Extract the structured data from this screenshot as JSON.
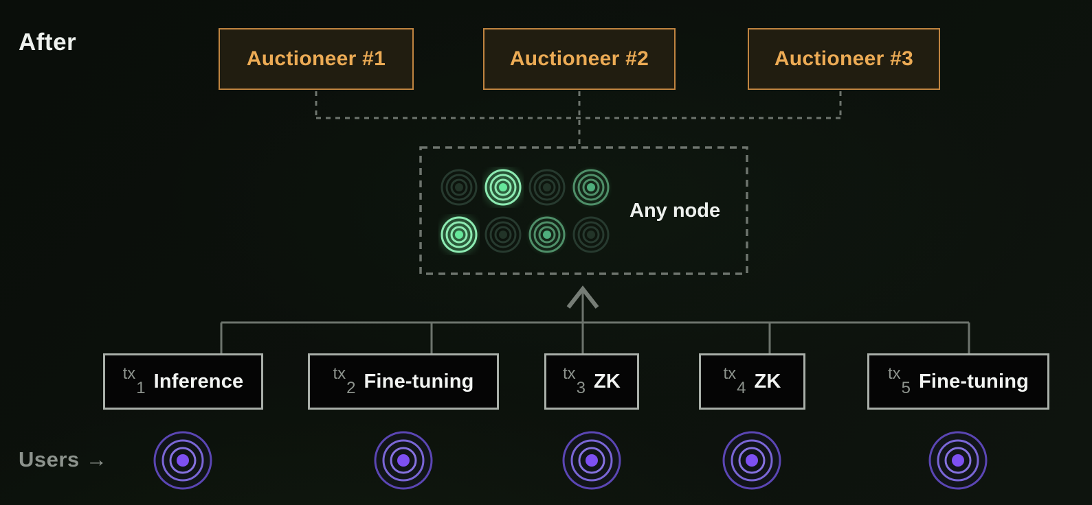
{
  "page": {
    "title": "After",
    "users_label": "Users →"
  },
  "colors": {
    "accent-orange": "#c08440",
    "accent-orange-text": "#ecab55",
    "box-amber-bg": "#211d10",
    "line-gray": "#6e756e",
    "line-light": "#a9afa9",
    "text-gray": "#8d938d",
    "green-bright": "#8deab2",
    "green-medium": "#4f8f69",
    "green-dim": "#273a2f",
    "purple-outer": "#5b46b4",
    "purple-mid": "#7a66d6",
    "purple-inner": "#8672e0",
    "purple-dot": "#7e50f2"
  },
  "auctioneers": [
    {
      "label": "Auctioneer #1"
    },
    {
      "label": "Auctioneer #2"
    },
    {
      "label": "Auctioneer #3"
    }
  ],
  "any_node": {
    "label": "Any node",
    "nodes": [
      {
        "level": "dim"
      },
      {
        "level": "bright"
      },
      {
        "level": "dim"
      },
      {
        "level": "medium"
      },
      {
        "level": "bright"
      },
      {
        "level": "dim"
      },
      {
        "level": "medium"
      },
      {
        "level": "dim"
      }
    ]
  },
  "transactions": [
    {
      "prefix": "tx",
      "index": "1",
      "label": "Inference"
    },
    {
      "prefix": "tx",
      "index": "2",
      "label": "Fine-tuning"
    },
    {
      "prefix": "tx",
      "index": "3",
      "label": "ZK"
    },
    {
      "prefix": "tx",
      "index": "4",
      "label": "ZK"
    },
    {
      "prefix": "tx",
      "index": "5",
      "label": "Fine-tuning"
    }
  ]
}
